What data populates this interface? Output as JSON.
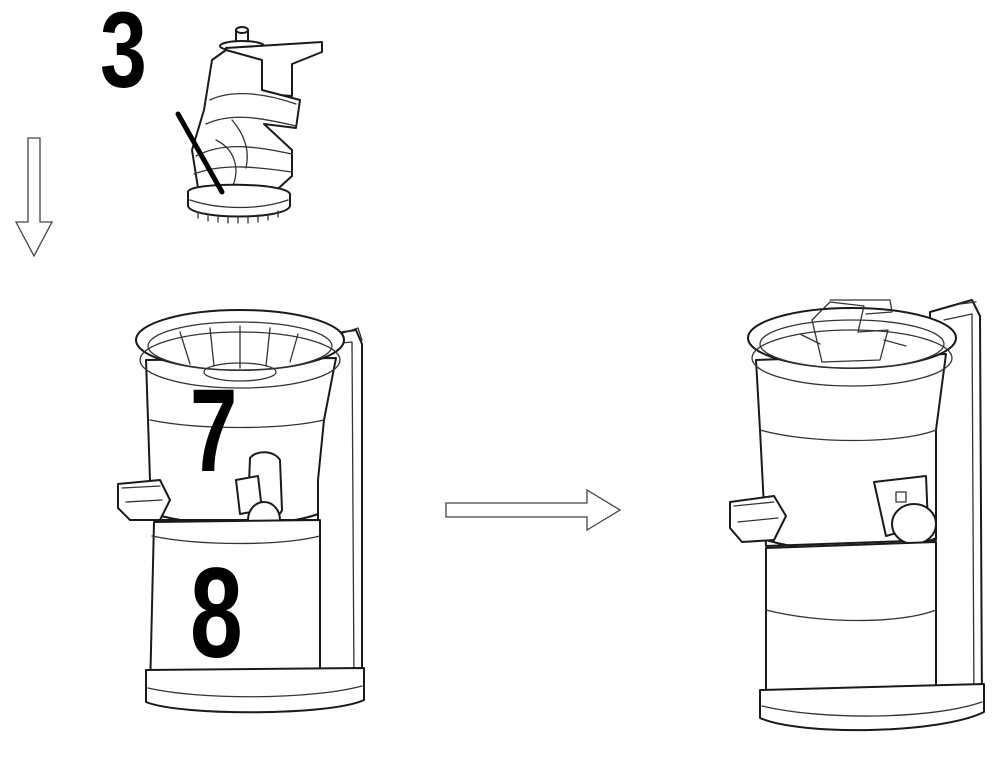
{
  "callouts": {
    "auger_number": "3",
    "bowl_number": "7",
    "base_number": "8"
  },
  "colors": {
    "line": "#1a1a1a",
    "background": "#ffffff"
  },
  "icons": {
    "down_arrow": "down-arrow-icon",
    "right_arrow": "right-arrow-icon"
  }
}
